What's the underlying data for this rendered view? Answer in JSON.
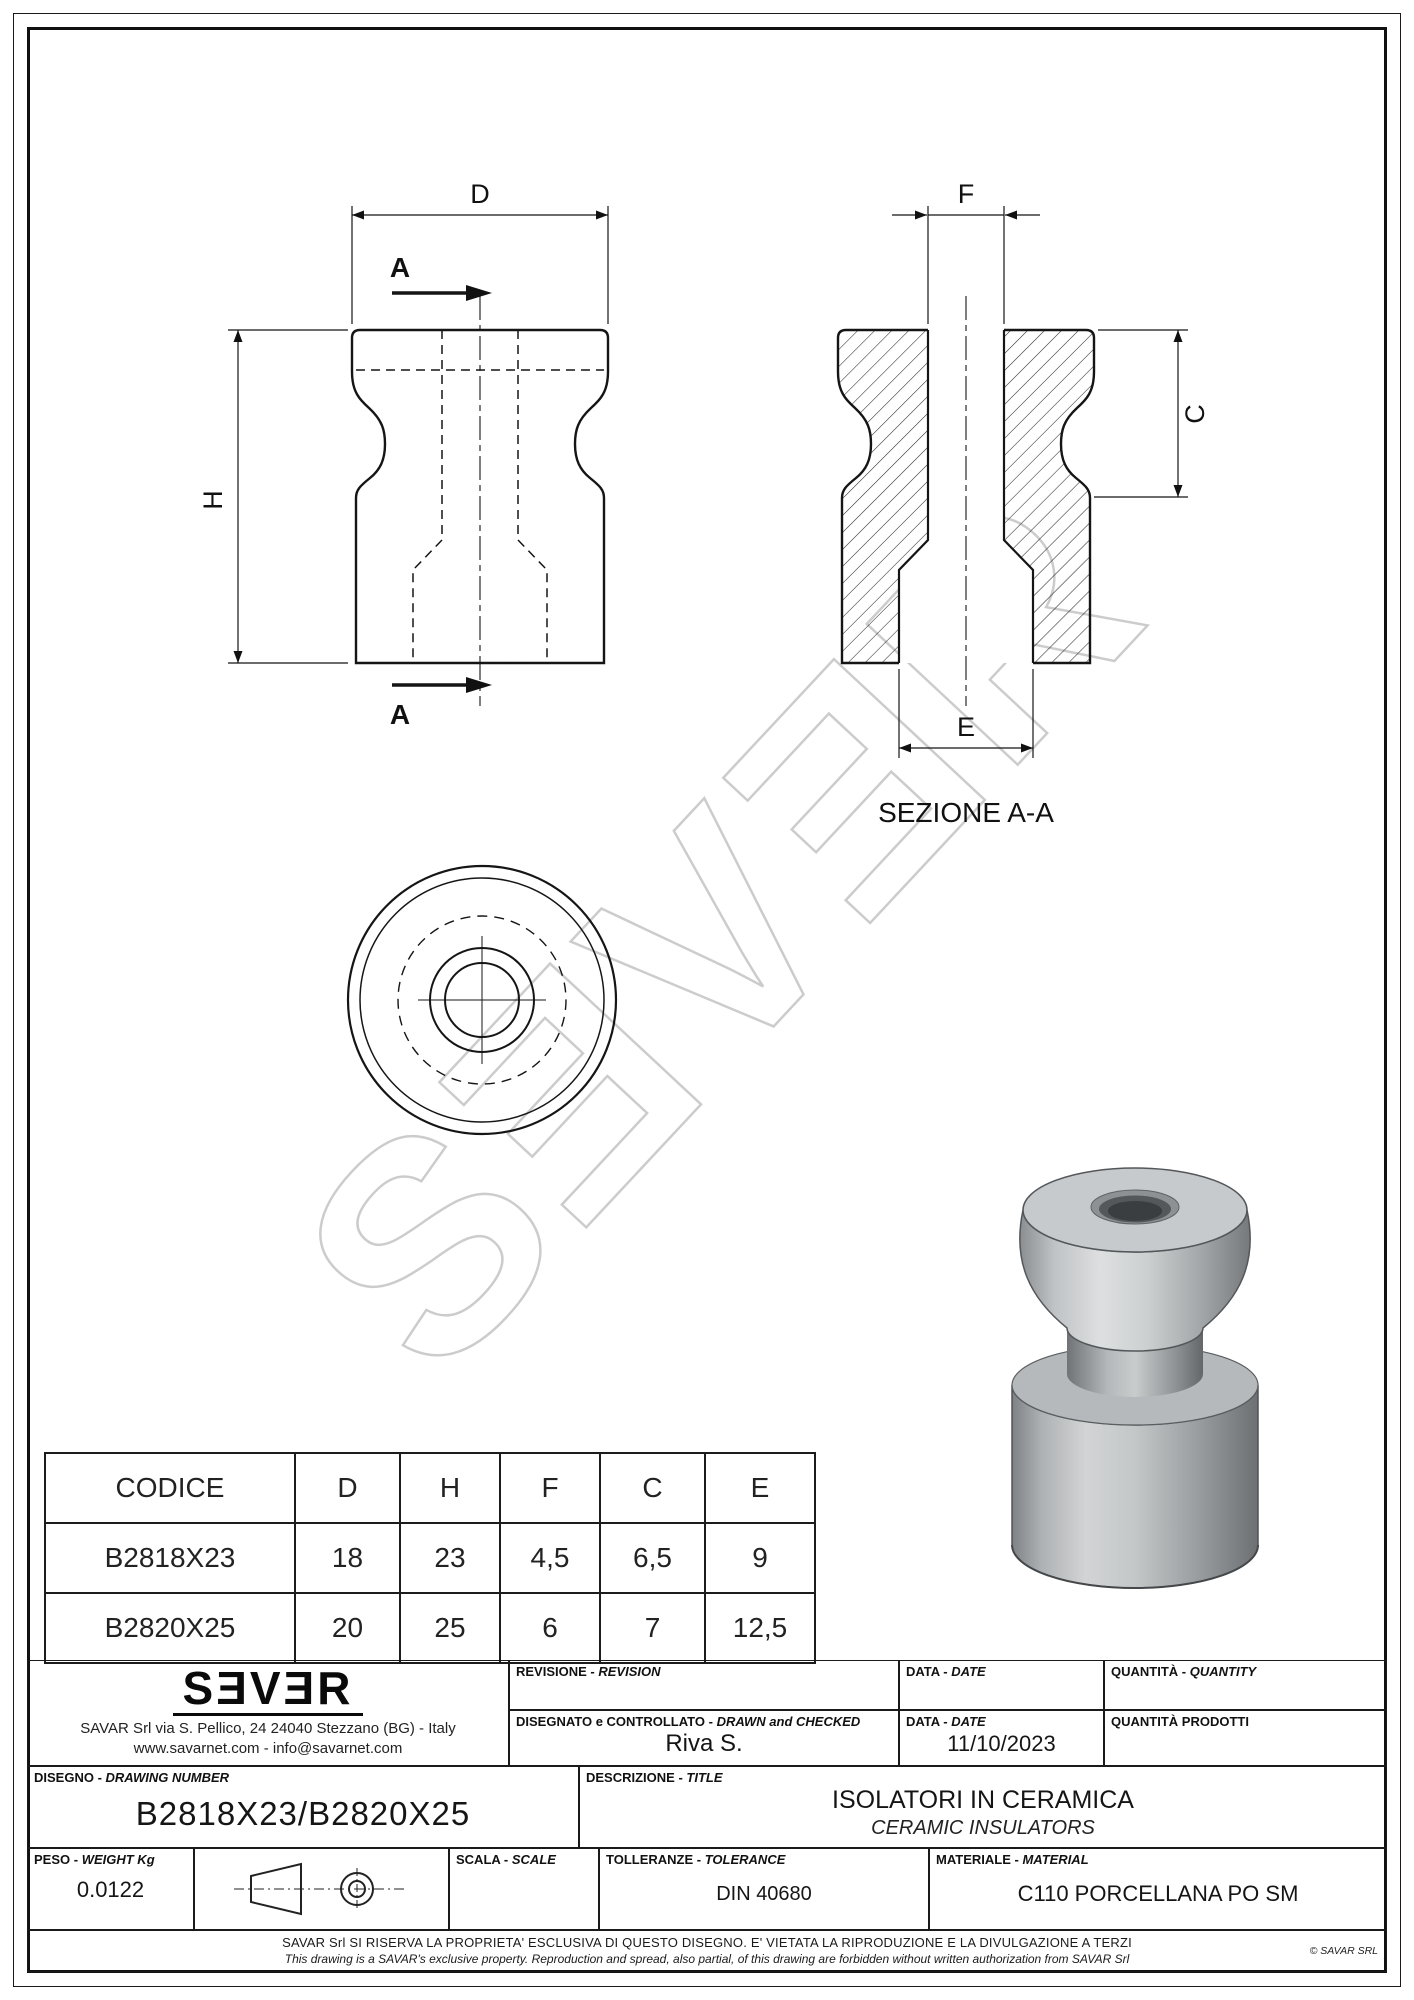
{
  "drawing": {
    "watermark": "SƎVƎR",
    "front_view": {
      "dim_d": "D",
      "dim_h": "H",
      "section_arrow_top": "A",
      "section_arrow_bottom": "A"
    },
    "section_view": {
      "dim_f": "F",
      "dim_c": "C",
      "dim_e": "E",
      "title": "SEZIONE A-A"
    }
  },
  "table": {
    "headers": [
      "CODICE",
      "D",
      "H",
      "F",
      "C",
      "E"
    ],
    "rows": [
      [
        "B2818X23",
        "18",
        "23",
        "4,5",
        "6,5",
        "9"
      ],
      [
        "B2820X25",
        "20",
        "25",
        "6",
        "7",
        "12,5"
      ]
    ]
  },
  "title_block": {
    "logo_text": "SƎVƎR",
    "address_line1": "SAVAR Srl via S. Pellico, 24  24040 Stezzano (BG) - Italy",
    "address_line2": "www.savarnet.com  -  info@savarnet.com",
    "labels": {
      "revision_it": "REVISIONE -",
      "revision_en": "REVISION",
      "drawn_it": "DISEGNATO e CONTROLLATO -",
      "drawn_en": "DRAWN and CHECKED",
      "date_it": "DATA -",
      "date_en": "DATE",
      "quantity_it": "QUANTITÀ -",
      "quantity_en": "QUANTITY",
      "quantity_prod": "QUANTITÀ  PRODOTTI",
      "drawing_no_it": "DISEGNO -",
      "drawing_no_en": "DRAWING NUMBER",
      "description_it": "DESCRIZIONE -",
      "description_en": "TITLE",
      "weight_it": "PESO -",
      "weight_en": "WEIGHT Kg",
      "scale_it": "SCALA -",
      "scale_en": "SCALE",
      "tolerance_it": "TOLLERANZE -",
      "tolerance_en": "TOLERANCE",
      "material_it": "MATERIALE -",
      "material_en": "MATERIAL"
    },
    "values": {
      "drawn_by": "Riva S.",
      "date": "11/10/2023",
      "drawing_number": "B2818X23/B2820X25",
      "description_line1": "ISOLATORI IN CERAMICA",
      "description_line2": "CERAMIC INSULATORS",
      "weight": "0.0122",
      "tolerance": "DIN 40680",
      "material": "C110 PORCELLANA PO SM"
    },
    "disclaimer_line1": "SAVAR Srl SI RISERVA LA PROPRIETA' ESCLUSIVA DI QUESTO DISEGNO. E' VIETATA LA RIPRODUZIONE E LA DIVULGAZIONE A TERZI",
    "disclaimer_line2": "This drawing is a SAVAR's exclusive property. Reproduction and spread, also partial, of this drawing are forbidden without written authorization from SAVAR Srl",
    "copyright": "© SAVAR SRL"
  }
}
